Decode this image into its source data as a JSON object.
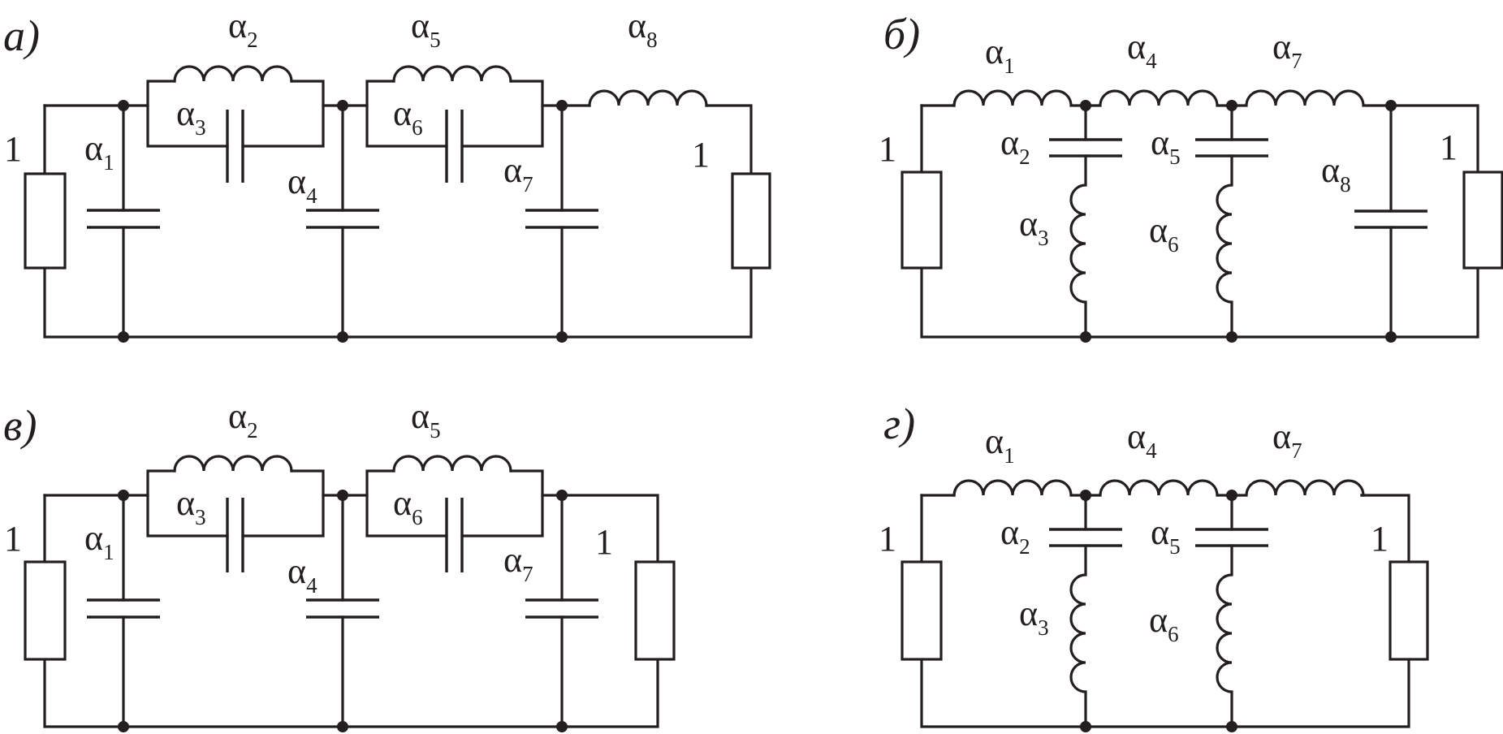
{
  "symbol": "α",
  "panels": {
    "a": {
      "label": "а)",
      "source_label": "1",
      "load_label": "1",
      "elements": [
        "1",
        "2",
        "3",
        "4",
        "5",
        "6",
        "7",
        "8"
      ]
    },
    "b": {
      "label": "б)",
      "source_label": "1",
      "load_label": "1",
      "elements": [
        "1",
        "2",
        "3",
        "4",
        "5",
        "6",
        "7",
        "8"
      ]
    },
    "v": {
      "label": "в)",
      "source_label": "1",
      "load_label": "1",
      "elements": [
        "1",
        "2",
        "3",
        "4",
        "5",
        "6",
        "7"
      ]
    },
    "g": {
      "label": "г)",
      "source_label": "1",
      "load_label": "1",
      "elements": [
        "1",
        "2",
        "3",
        "4",
        "5",
        "6",
        "7"
      ]
    }
  },
  "colors": {
    "ink": "#231f20",
    "background": "#ffffff"
  }
}
